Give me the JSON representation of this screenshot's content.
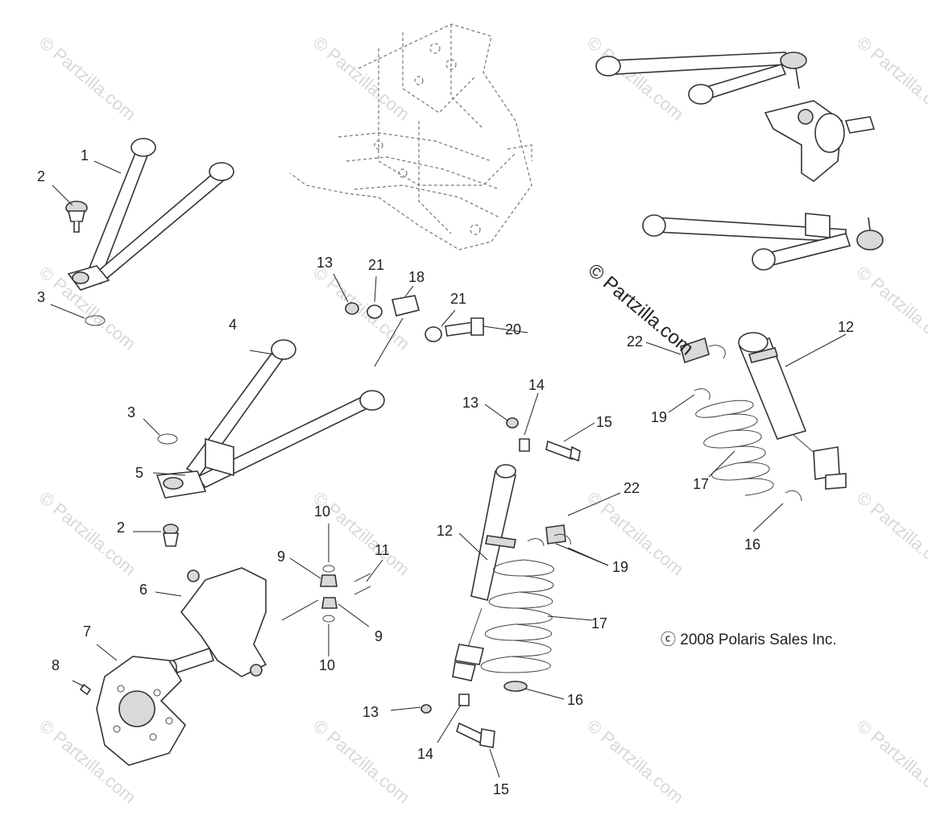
{
  "copyright": "ⓒ 2008 Polaris Sales Inc.",
  "watermark_main": "© Partzilla.com",
  "watermark_repeat": "© Partzilla.com",
  "callouts": [
    {
      "text": "1"
    },
    {
      "text": "2"
    },
    {
      "text": "3"
    },
    {
      "text": "4"
    },
    {
      "text": "3"
    },
    {
      "text": "5"
    },
    {
      "text": "2"
    },
    {
      "text": "6"
    },
    {
      "text": "7"
    },
    {
      "text": "8"
    },
    {
      "text": "13"
    },
    {
      "text": "21"
    },
    {
      "text": "18"
    },
    {
      "text": "21"
    },
    {
      "text": "20"
    },
    {
      "text": "10"
    },
    {
      "text": "9"
    },
    {
      "text": "11"
    },
    {
      "text": "9"
    },
    {
      "text": "10"
    },
    {
      "text": "13"
    },
    {
      "text": "14"
    },
    {
      "text": "15"
    },
    {
      "text": "12"
    },
    {
      "text": "22"
    },
    {
      "text": "19"
    },
    {
      "text": "17"
    },
    {
      "text": "16"
    },
    {
      "text": "13"
    },
    {
      "text": "14"
    },
    {
      "text": "15"
    },
    {
      "text": "22"
    },
    {
      "text": "12"
    },
    {
      "text": "19"
    },
    {
      "text": "17"
    },
    {
      "text": "16"
    }
  ]
}
